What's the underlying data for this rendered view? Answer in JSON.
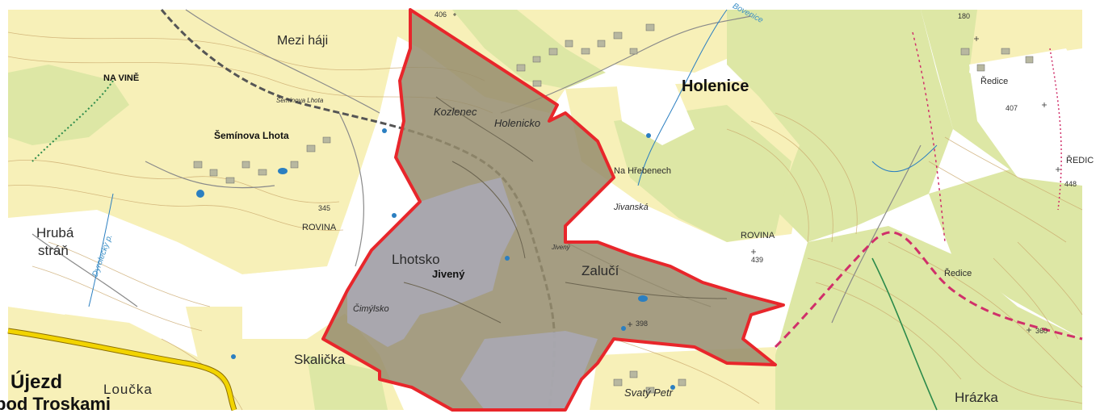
{
  "map": {
    "colors": {
      "boundary": "#e8262b",
      "forest": "#dde7a5",
      "meadow": "#f7f0b8",
      "reserve_fill": "#958c6c",
      "reserve_grey": "#a9a8b0",
      "water": "#2b7fc1",
      "road_yellow": "#f2d400",
      "trail_red": "#d0306a"
    },
    "labels": {
      "mezi_haji": "Mezi háji",
      "na_vine": "NA VINĚ",
      "seminova_lhota": "Šemínova Lhota",
      "seminova_lhota_rail": "Šemínova Lhota",
      "holenice": "Holenice",
      "kozlenec": "Kozlenec",
      "holenicko": "Holenicko",
      "na_hrebenech": "Na Hřebenech",
      "jivanska": "Jivanská",
      "rovina_west": "ROVINA",
      "rovina_east": "ROVINA",
      "rovina_east_elev": "439",
      "hruba_stran_1": "Hrubá",
      "hruba_stran_2": "stráň",
      "lhotsko": "Lhotsko",
      "jiveny": "Jivený",
      "jiveny_rail": "Jivený",
      "zaluci": "Zalučí",
      "cimylsko": "Čimýlsko",
      "skalicka": "Skalička",
      "loucka": "Loučka",
      "ujezd": "Újezd",
      "pod_troskami": "pod Troskami",
      "svaty_petr": "Svatý Petr",
      "hrazka": "Hrázka",
      "redice_north": "Ředice",
      "redice_east_1": "ŘEDIC",
      "redice_east_elev": "448",
      "redice_south": "Ředice",
      "stream_bovenice": "Bovenice",
      "stream_west": "Dyrolecký p.",
      "elev_406": "406",
      "elev_398": "398",
      "elev_180": "180",
      "elev_407": "407",
      "elev_360": "360",
      "elev_345": "345"
    }
  }
}
